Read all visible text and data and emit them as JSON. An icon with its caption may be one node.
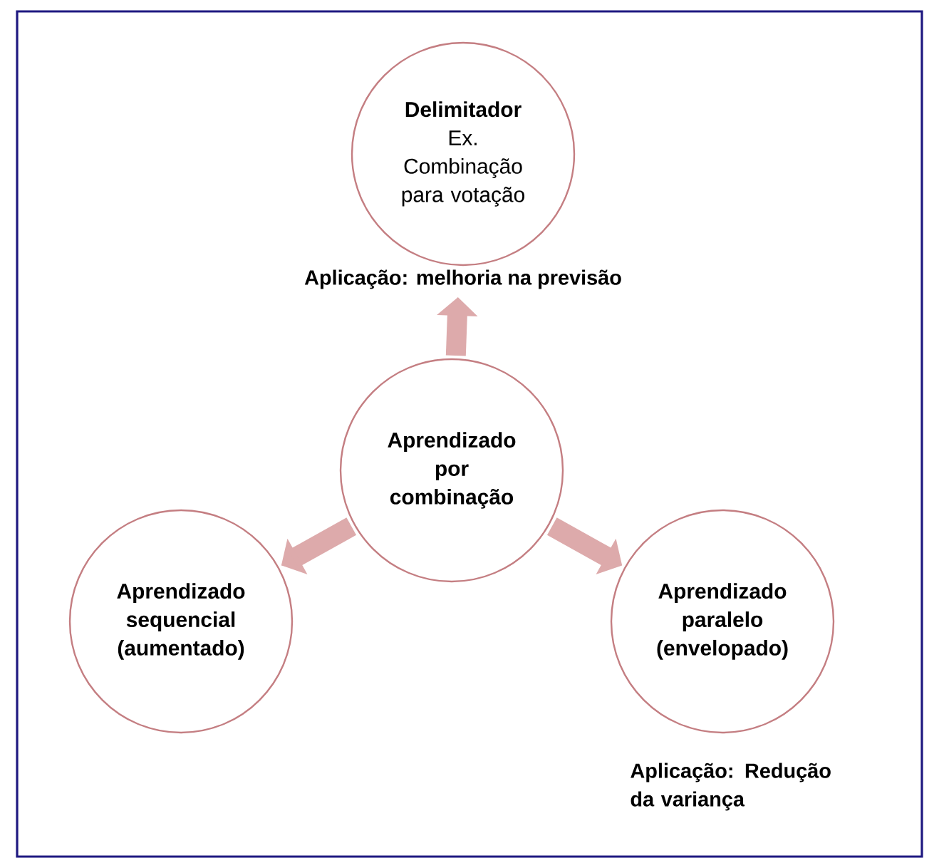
{
  "diagram": {
    "nodes": [
      {
        "text": [
          "Delimitador",
          "Ex. Combinação para votação"
        ],
        "beside": [
          "Aplicação: melhoria na previsão"
        ]
      },
      {
        "text": [
          "Aprendizado por combinação"
        ]
      },
      {
        "text": [
          "Aprendizado sequencial (aumentado)"
        ]
      },
      {
        "text": [
          "Aprendizado paralelo (envelopado)"
        ],
        "beside": [
          "Aplicação: Redução da variança"
        ]
      }
    ],
    "edges": [
      {
        "from": 1,
        "to": 0,
        "arrow": "to"
      },
      {
        "from": 1,
        "to": 2,
        "arrow": "to"
      },
      {
        "from": 1,
        "to": 3,
        "arrow": "to"
      }
    ]
  }
}
